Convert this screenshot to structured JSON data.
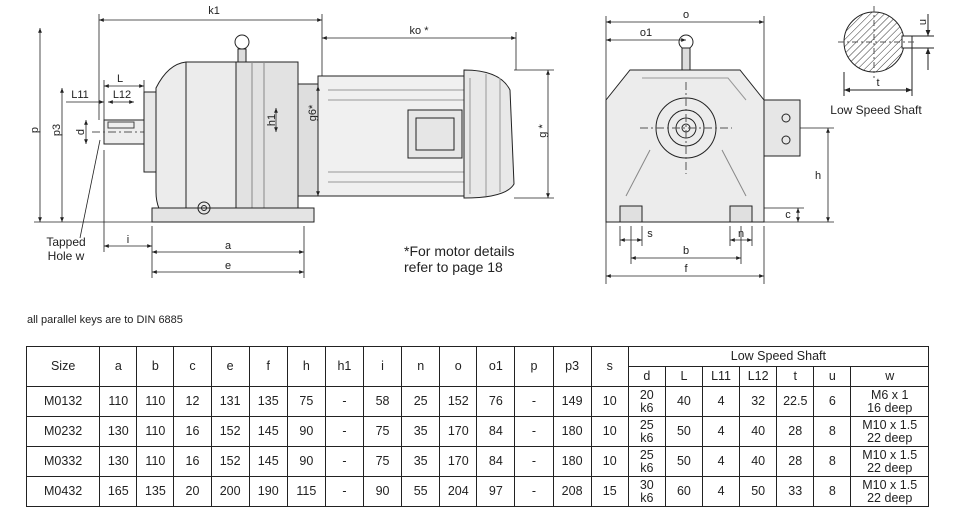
{
  "drawing": {
    "labels": {
      "k1": "k1",
      "ko": "ko *",
      "L": "L",
      "L11": "L11",
      "L12": "L12",
      "d": "d",
      "p": "p",
      "p3": "p3",
      "h1": "h1",
      "g6": "g6*",
      "g": "g *",
      "i": "i",
      "a": "a",
      "e": "e",
      "o": "o",
      "o1": "o1",
      "u": "u",
      "t": "t",
      "h": "h",
      "c": "c",
      "s": "s",
      "n": "n",
      "b": "b",
      "f": "f"
    },
    "tapped_hole_line1": "Tapped",
    "tapped_hole_line2": "Hole w",
    "motor_note_line1": "*For motor details",
    "motor_note_line2": "refer to page 18",
    "shaft_caption": "Low Speed Shaft"
  },
  "keys_note": "all parallel keys are to DIN 6885",
  "table": {
    "size_header": "Size",
    "group_header": "Low Speed Shaft",
    "main_columns": [
      "a",
      "b",
      "c",
      "e",
      "f",
      "h",
      "h1",
      "i",
      "n",
      "o",
      "o1",
      "p",
      "p3",
      "s"
    ],
    "shaft_columns": [
      "d",
      "L",
      "L11",
      "L12",
      "t",
      "u",
      "w"
    ],
    "rows": [
      {
        "size": "M0132",
        "a": "110",
        "b": "110",
        "c": "12",
        "e": "131",
        "f": "135",
        "h": "75",
        "h1": "-",
        "i": "58",
        "n": "25",
        "o": "152",
        "o1": "76",
        "p": "-",
        "p3": "149",
        "s": "10",
        "d1": "20",
        "d2": "k6",
        "L": "40",
        "L11": "4",
        "L12": "32",
        "t": "22.5",
        "u": "6",
        "w1": "M6 x 1",
        "w2": "16 deep"
      },
      {
        "size": "M0232",
        "a": "130",
        "b": "110",
        "c": "16",
        "e": "152",
        "f": "145",
        "h": "90",
        "h1": "-",
        "i": "75",
        "n": "35",
        "o": "170",
        "o1": "84",
        "p": "-",
        "p3": "180",
        "s": "10",
        "d1": "25",
        "d2": "k6",
        "L": "50",
        "L11": "4",
        "L12": "40",
        "t": "28",
        "u": "8",
        "w1": "M10 x 1.5",
        "w2": "22 deep"
      },
      {
        "size": "M0332",
        "a": "130",
        "b": "110",
        "c": "16",
        "e": "152",
        "f": "145",
        "h": "90",
        "h1": "-",
        "i": "75",
        "n": "35",
        "o": "170",
        "o1": "84",
        "p": "-",
        "p3": "180",
        "s": "10",
        "d1": "25",
        "d2": "k6",
        "L": "50",
        "L11": "4",
        "L12": "40",
        "t": "28",
        "u": "8",
        "w1": "M10 x 1.5",
        "w2": "22 deep"
      },
      {
        "size": "M0432",
        "a": "165",
        "b": "135",
        "c": "20",
        "e": "200",
        "f": "190",
        "h": "115",
        "h1": "-",
        "i": "90",
        "n": "55",
        "o": "204",
        "o1": "97",
        "p": "-",
        "p3": "208",
        "s": "15",
        "d1": "30",
        "d2": "k6",
        "L": "60",
        "L11": "4",
        "L12": "50",
        "t": "33",
        "u": "8",
        "w1": "M10 x 1.5",
        "w2": "22 deep"
      }
    ]
  }
}
